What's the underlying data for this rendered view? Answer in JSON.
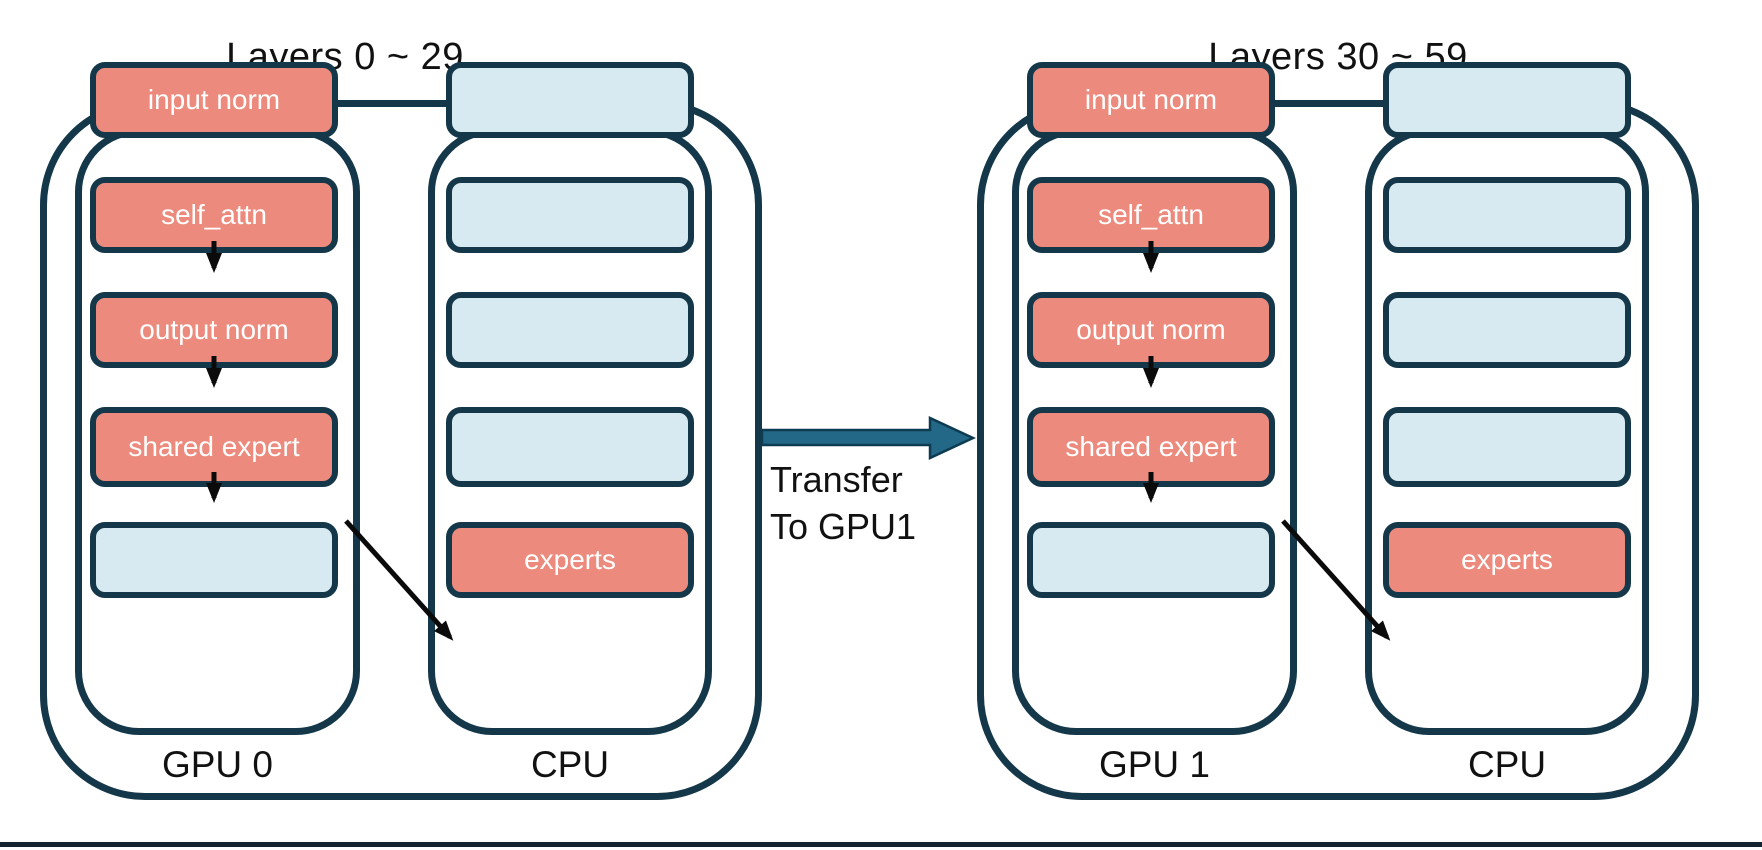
{
  "colors": {
    "border": "#14384a",
    "active_box_fill": "#ec8b7d",
    "empty_box_fill": "#d8eaf1",
    "box_text": "#ffffff",
    "flow_arrow": "#0b0b0b",
    "transfer_arrow_fill": "#236887",
    "transfer_arrow_stroke": "#0d3c52",
    "bottom_bar": "#13242e",
    "text": "#111111"
  },
  "groups": [
    {
      "title": "Layers 0 ~ 29",
      "gpu": {
        "label": "GPU 0",
        "boxes": [
          {
            "text": "input norm",
            "type": "active"
          },
          {
            "text": "self_attn",
            "type": "active"
          },
          {
            "text": "output norm",
            "type": "active"
          },
          {
            "text": "shared expert",
            "type": "active"
          },
          {
            "text": "",
            "type": "empty"
          }
        ]
      },
      "cpu": {
        "label": "CPU",
        "boxes": [
          {
            "text": "",
            "type": "empty"
          },
          {
            "text": "",
            "type": "empty"
          },
          {
            "text": "",
            "type": "empty"
          },
          {
            "text": "",
            "type": "empty"
          },
          {
            "text": "experts",
            "type": "active"
          }
        ]
      }
    },
    {
      "title": "Layers 30 ~ 59",
      "gpu": {
        "label": "GPU 1",
        "boxes": [
          {
            "text": "input norm",
            "type": "active"
          },
          {
            "text": "self_attn",
            "type": "active"
          },
          {
            "text": "output norm",
            "type": "active"
          },
          {
            "text": "shared expert",
            "type": "active"
          },
          {
            "text": "",
            "type": "empty"
          }
        ]
      },
      "cpu": {
        "label": "CPU",
        "boxes": [
          {
            "text": "",
            "type": "empty"
          },
          {
            "text": "",
            "type": "empty"
          },
          {
            "text": "",
            "type": "empty"
          },
          {
            "text": "",
            "type": "empty"
          },
          {
            "text": "experts",
            "type": "active"
          }
        ]
      }
    }
  ],
  "transfer": {
    "line1": "Transfer",
    "line2": "To GPU1"
  }
}
